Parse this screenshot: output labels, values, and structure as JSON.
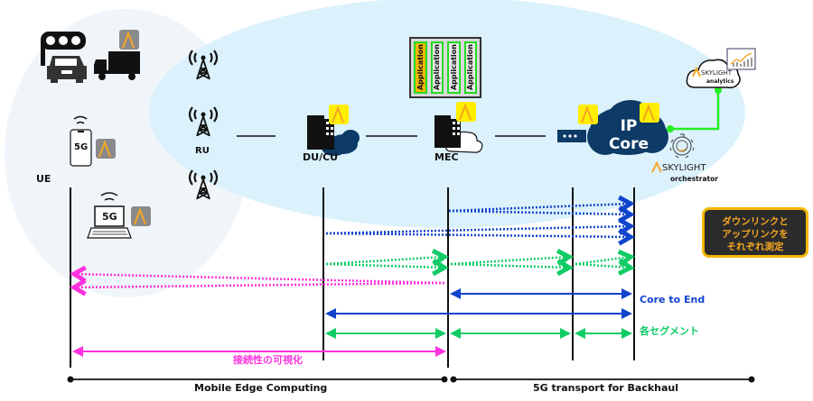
{
  "nodes": {
    "ue": "UE",
    "ru": "RU",
    "ducu": "DU/CU",
    "mec": "MEC",
    "ipcore_line1": "IP",
    "ipcore_line2": "Core",
    "phone_badge": "5G",
    "laptop_badge": "5G"
  },
  "applications": [
    {
      "label": "Application",
      "active": true
    },
    {
      "label": "Application",
      "active": false
    },
    {
      "label": "Application",
      "active": false
    },
    {
      "label": "Application",
      "active": false
    }
  ],
  "skylight": {
    "analytics_brand": "SKYLIGHT",
    "analytics_sub": "analytics",
    "orchestrator_brand": "SKYLIGHT",
    "orchestrator_sub": "orchestrator"
  },
  "legend": {
    "line1": "ダウンリンクと",
    "line2": "アップリンクを",
    "line3": "それぞれ測定"
  },
  "measurements": {
    "core_to_end": "Core to End",
    "segments": "各セグメント",
    "connectivity": "接続性の可視化"
  },
  "footer": {
    "mec": "Mobile Edge Computing",
    "backhaul": "5G transport for Backhaul"
  },
  "colors": {
    "blue": "#1144cc",
    "green": "#11cc66",
    "magenta": "#ff33dd",
    "navy": "#0d3a66",
    "accent_yellow": "#ffee00",
    "accent_orange": "#f5a623",
    "link_green": "#22ee22"
  }
}
